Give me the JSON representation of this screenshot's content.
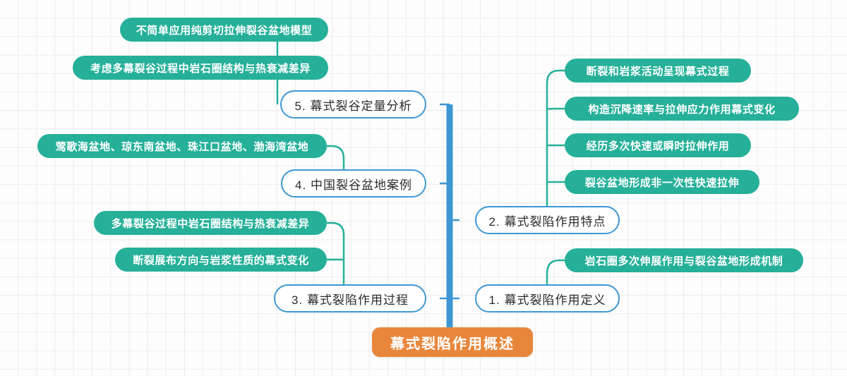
{
  "diagram": {
    "type": "mindmap",
    "title": "幕式裂陷作用概述",
    "colors": {
      "root_fill": "#e8873c",
      "root_text": "#ffffff",
      "branch_border": "#3d97d3",
      "branch_fill": "#ffffff",
      "branch_text": "#2b2b2b",
      "leaf_fill": "#26b099",
      "leaf_text": "#ffffff",
      "trunk_line": "#3d97d3",
      "leaf_line": "#26b099",
      "background": "#fdfdfd",
      "grid_line": "#ececec"
    }
  },
  "root": {
    "label": "幕式裂陷作用概述"
  },
  "branches": [
    {
      "id": "b1",
      "label": "1. 幕式裂陷作用定义",
      "children": [
        {
          "id": "b1c1",
          "label": "岩石圈多次伸展作用与裂谷盆地形成机制"
        }
      ]
    },
    {
      "id": "b2",
      "label": "2. 幕式裂陷作用特点",
      "children": [
        {
          "id": "b2c1",
          "label": "断裂和岩浆活动呈现幕式过程"
        },
        {
          "id": "b2c2",
          "label": "构造沉降速率与拉伸应力作用幕式变化"
        },
        {
          "id": "b2c3",
          "label": "经历多次快速或瞬时拉伸作用"
        },
        {
          "id": "b2c4",
          "label": "裂谷盆地形成非一次性快速拉伸"
        }
      ]
    },
    {
      "id": "b3",
      "label": "3. 幕式裂陷作用过程",
      "children": [
        {
          "id": "b3c1",
          "label": "多幕裂谷过程中岩石圈结构与热衰减差异"
        },
        {
          "id": "b3c2",
          "label": "断裂展布方向与岩浆性质的幕式变化"
        }
      ]
    },
    {
      "id": "b4",
      "label": "4. 中国裂谷盆地案例",
      "children": [
        {
          "id": "b4c1",
          "label": "莺歌海盆地、琼东南盆地、珠江口盆地、渤海湾盆地"
        }
      ]
    },
    {
      "id": "b5",
      "label": "5. 幕式裂谷定量分析",
      "children": [
        {
          "id": "b5c1",
          "label": "不简单应用纯剪切拉伸裂谷盆地模型"
        },
        {
          "id": "b5c2",
          "label": "考虑多幕裂谷过程中岩石圈结构与热衰减差异"
        }
      ]
    }
  ]
}
